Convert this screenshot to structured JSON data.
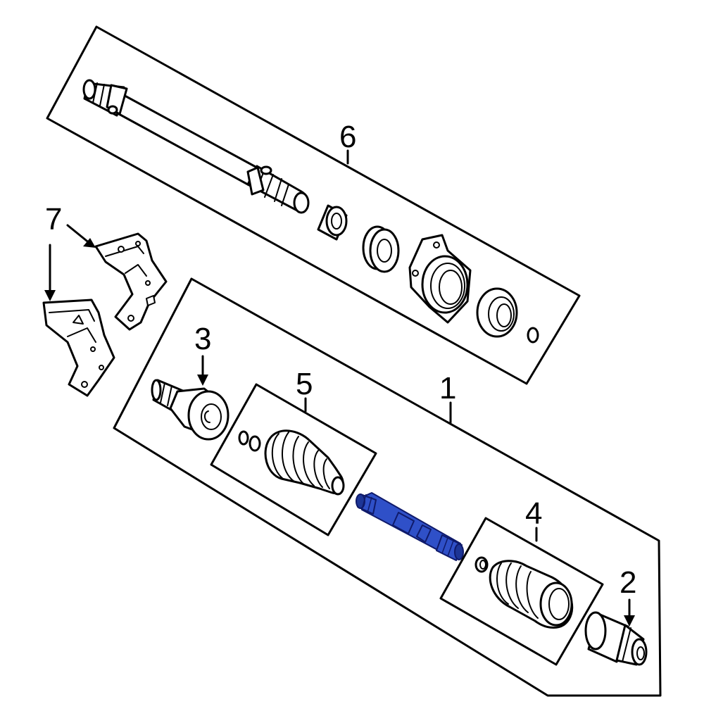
{
  "callouts": {
    "c1": "1",
    "c2": "2",
    "c3": "3",
    "c4": "4",
    "c5": "5",
    "c6": "6",
    "c7": "7"
  },
  "colors": {
    "highlight": "#2f50c8",
    "line": "#000000",
    "background": "#ffffff"
  }
}
